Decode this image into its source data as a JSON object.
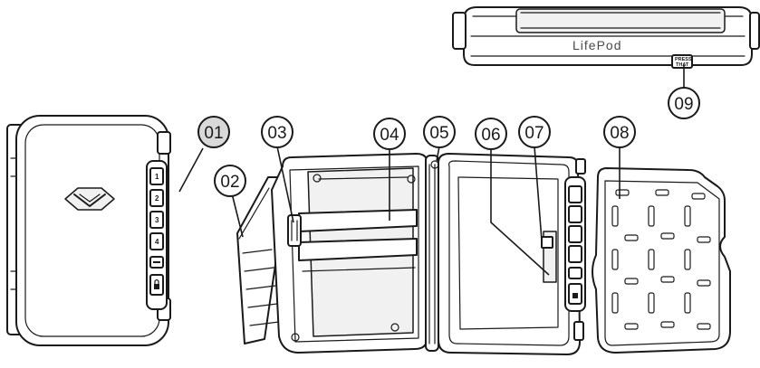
{
  "brand": "LifePod",
  "press_label": {
    "line1": "PRESS",
    "line2": "THAT"
  },
  "keypad": {
    "keys": [
      "1",
      "2",
      "3",
      "4"
    ]
  },
  "callouts": [
    {
      "id": "01",
      "highlight": true
    },
    {
      "id": "02"
    },
    {
      "id": "03"
    },
    {
      "id": "04"
    },
    {
      "id": "05"
    },
    {
      "id": "06"
    },
    {
      "id": "07"
    },
    {
      "id": "08"
    },
    {
      "id": "09"
    }
  ],
  "colors": {
    "stroke": "#1a1a1a",
    "highlight": "#d9d9d9",
    "background": "#ffffff"
  }
}
